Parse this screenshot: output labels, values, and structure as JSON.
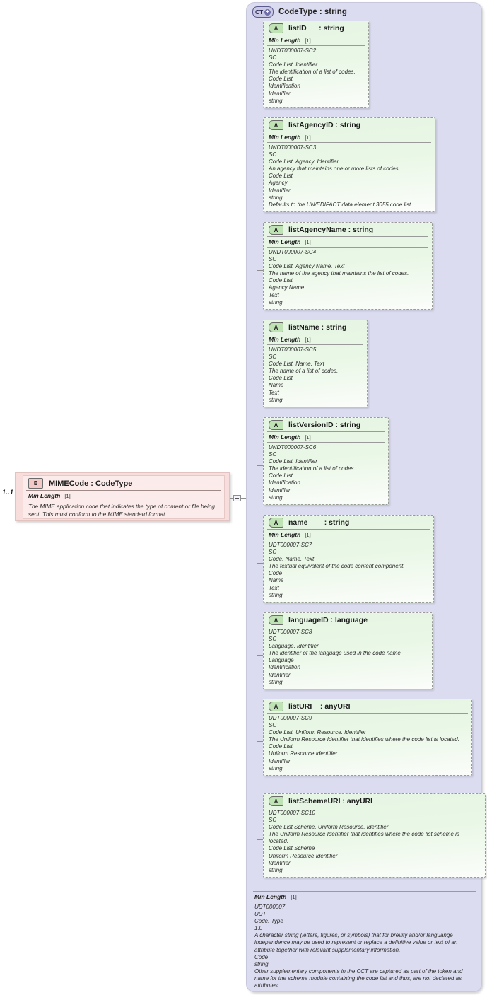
{
  "diagram": {
    "type": "xsd-schema-diagram",
    "colors": {
      "container_fill": "#dcdcf0",
      "attribute_fill": "#e6f6e3",
      "element_fill": "#f7dedc",
      "badge_attr": "#bfe3b5",
      "badge_elem": "#f2c9c6",
      "line": "#8f8f8f"
    }
  },
  "element": {
    "badge": "E",
    "badge_name": "element-icon",
    "title": "MIMECode : CodeType",
    "cardinality": "1..1",
    "min_length_label": "Min Length",
    "min_length_value": "[1]",
    "description": "The MIME application code that indicates the type of content or file being sent.  This must conform to the MIME standard format.",
    "collapse_toggle": "-"
  },
  "complex_type": {
    "badge": "CT",
    "badge_plus": "+",
    "badge_name": "complex-type-icon",
    "title": "CodeType : string",
    "footer": {
      "min_length_label": "Min Length",
      "min_length_value": "[1]",
      "lines": [
        "UDT000007",
        "UDT",
        "Code. Type",
        "1.0",
        "A character string (letters, figures, or symbols) that for brevity and/or languange independence may be used to represent or replace a definitive value or text of an attribute together with relevant supplementary information.",
        "Code",
        "string",
        "Other supplementary components in the CCT are captured as part of the token and name for the schema module containing the code list and thus, are not declared as attributes."
      ]
    },
    "attributes": [
      {
        "badge": "A",
        "name": "listID",
        "type": ": string",
        "name_pad": "listID     ",
        "min_length_label": "Min Length",
        "min_length_value": "[1]",
        "lines": [
          "UNDT000007-SC2",
          "SC",
          "Code List. Identifier",
          "The identification of a list of codes.",
          "Code List",
          "Identification",
          "Identifier",
          "string"
        ]
      },
      {
        "badge": "A",
        "name": "listAgencyID",
        "type": ": string",
        "name_pad": "listAgencyID",
        "min_length_label": "Min Length",
        "min_length_value": "[1]",
        "lines": [
          "UNDT000007-SC3",
          "SC",
          "Code List. Agency. Identifier",
          "An agency that maintains one or more lists of codes.",
          "Code List",
          "Agency",
          "Identifier",
          "string",
          "Defaults to the UN/EDIFACT data element 3055 code list."
        ]
      },
      {
        "badge": "A",
        "name": "listAgencyName",
        "type": ": string",
        "name_pad": "listAgencyName",
        "min_length_label": "Min Length",
        "min_length_value": "[1]",
        "lines": [
          "UNDT000007-SC4",
          "SC",
          "Code List. Agency Name. Text",
          "The name of the agency that maintains the list of codes.",
          "Code List",
          "Agency Name",
          "Text",
          "string"
        ]
      },
      {
        "badge": "A",
        "name": "listName",
        "type": ": string",
        "name_pad": "listName",
        "min_length_label": "Min Length",
        "min_length_value": "[1]",
        "lines": [
          "UNDT000007-SC5",
          "SC",
          "Code List. Name. Text",
          "The name of a list of codes.",
          "Code List",
          "Name",
          "Text",
          "string"
        ]
      },
      {
        "badge": "A",
        "name": "listVersionID",
        "type": ": string",
        "name_pad": "listVersionID",
        "min_length_label": "Min Length",
        "min_length_value": "[1]",
        "lines": [
          "UNDT000007-SC6",
          "SC",
          "Code List. Identifier",
          "The identification of a list of codes.",
          "Code List",
          "Identification",
          "Identifier",
          "string"
        ]
      },
      {
        "badge": "A",
        "name": "name",
        "type": ": string",
        "name_pad": "name       ",
        "min_length_label": "Min Length",
        "min_length_value": "[1]",
        "lines": [
          "UDT000007-SC7",
          "SC",
          "Code. Name. Text",
          "The textual equivalent of the code content component.",
          "Code",
          "Name",
          "Text",
          "string"
        ]
      },
      {
        "badge": "A",
        "name": "languageID",
        "type": ": language",
        "name_pad": "languageID",
        "min_length_label": "",
        "min_length_value": "",
        "lines": [
          "UDT000007-SC8",
          "SC",
          "Language. Identifier",
          "The identifier of the language used in the code name.",
          "Language",
          "Identification",
          "Identifier",
          "string"
        ]
      },
      {
        "badge": "A",
        "name": "listURI",
        "type": ": anyURI",
        "name_pad": "listURI   ",
        "min_length_label": "",
        "min_length_value": "",
        "lines": [
          "UDT000007-SC9",
          "SC",
          "Code List. Uniform Resource. Identifier",
          "The Uniform Resource Identifier that identifies where the code list is located.",
          "Code List",
          "Uniform Resource Identifier",
          "Identifier",
          "string"
        ]
      },
      {
        "badge": "A",
        "name": "listSchemeURI",
        "type": ": anyURI",
        "name_pad": "listSchemeURI",
        "min_length_label": "",
        "min_length_value": "",
        "lines": [
          "UDT000007-SC10",
          "SC",
          "Code List Scheme. Uniform Resource. Identifier",
          "The Uniform Resource Identifier that identifies where the code list scheme is located.",
          "Code List Scheme",
          "Uniform Resource Identifier",
          "Identifier",
          "string"
        ]
      }
    ]
  }
}
